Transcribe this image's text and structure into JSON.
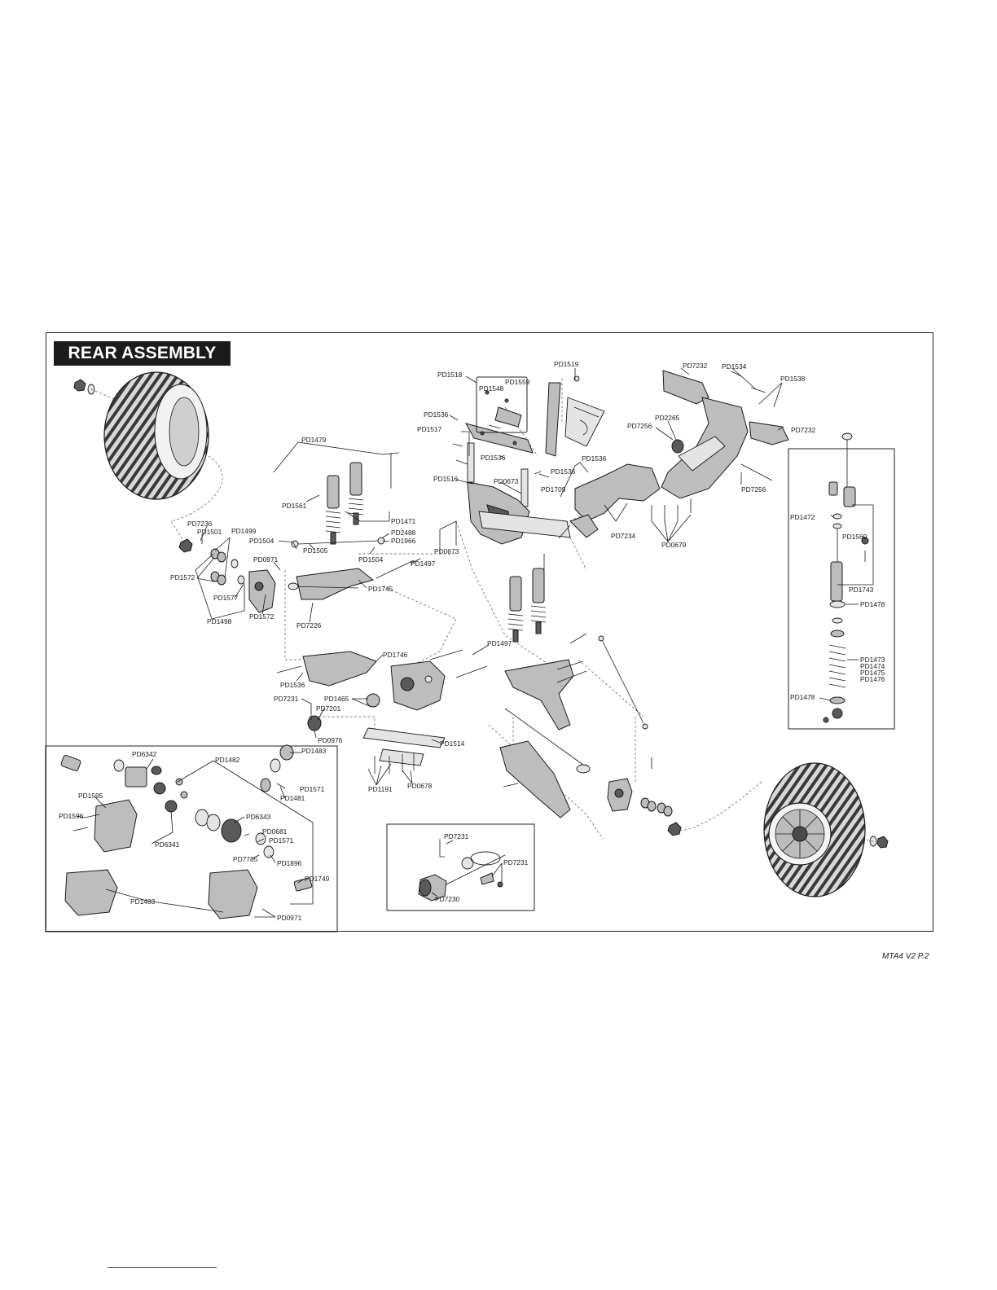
{
  "title": "REAR ASSEMBLY",
  "footer": "MTA4 V2  P.2",
  "labels": {
    "pd1519": "PD1519",
    "pd1518": "PD1518",
    "pd1548": "PD1548",
    "pd1559": "PD1559",
    "pd7232a": "PD7232",
    "pd1534": "PD1534",
    "pd1538": "PD1538",
    "pd7232b": "PD7232",
    "pd1536a": "PD1536",
    "pd1517": "PD1517",
    "pd7256a": "PD7256",
    "pd2265": "PD2265",
    "pd1479": "PD1479",
    "pd1536b": "PD1536",
    "pd1536c": "PD1536",
    "pd1536d": "PD1536",
    "pd7256b": "PD7256",
    "pd1516": "PD1516",
    "pd0673a": "PD0673",
    "pd1709": "PD1709",
    "pd1561": "PD1561",
    "pd1471": "PD1471",
    "pd7236": "PD7236",
    "pd1501": "PD1501",
    "pd1499": "PD1499",
    "pd1504a": "PD1504",
    "pd2488": "PD2488",
    "pd1966": "PD1966",
    "pd7234": "PD7234",
    "pd0679": "PD0679",
    "pd1505": "PD1505",
    "pd0673b": "PD0673",
    "pd1504b": "PD1504",
    "pd1497a": "PD1497",
    "pd0971a": "PD0971",
    "pd1572a": "PD1572",
    "pd1745": "PD1745",
    "pd1577": "PD1577",
    "pd1572b": "PD1572",
    "pd1498": "PD1498",
    "pd7226": "PD7226",
    "pd1497b": "PD1497",
    "pd1746": "PD1746",
    "pd1536e": "PD1536",
    "pd7231a": "PD7231",
    "pd1465": "PD1465",
    "pd7201": "PD7201",
    "pd0976": "PD0976",
    "pd1514": "PD1514",
    "pd1191": "PD1191",
    "pd0678": "PD0678",
    "pd1472": "PD1472",
    "pd1569": "PD1569",
    "pd1743": "PD1743",
    "pd1478a": "PD1478",
    "pd1473": "PD1473",
    "pd1474": "PD1474",
    "pd1475": "PD1475",
    "pd1476": "PD1476",
    "pd1478b": "PD1478",
    "pd6342": "PD6342",
    "pd1483a": "PD1483",
    "pd1482": "PD1482",
    "pd1571a": "PD1571",
    "pd1481": "PD1481",
    "pd1595": "PD1595",
    "pd1596": "PD1596",
    "pd6343": "PD6343",
    "pd0681": "PD0681",
    "pd1571b": "PD1571",
    "pd6341": "PD6341",
    "pd7785": "PD7785",
    "pd1896": "PD1896",
    "pd1749": "PD1749",
    "pd1483b": "PD1483",
    "pd0971b": "PD0971",
    "pd7231b": "PD7231",
    "pd7231c": "PD7231",
    "pd7230": "PD7230"
  }
}
